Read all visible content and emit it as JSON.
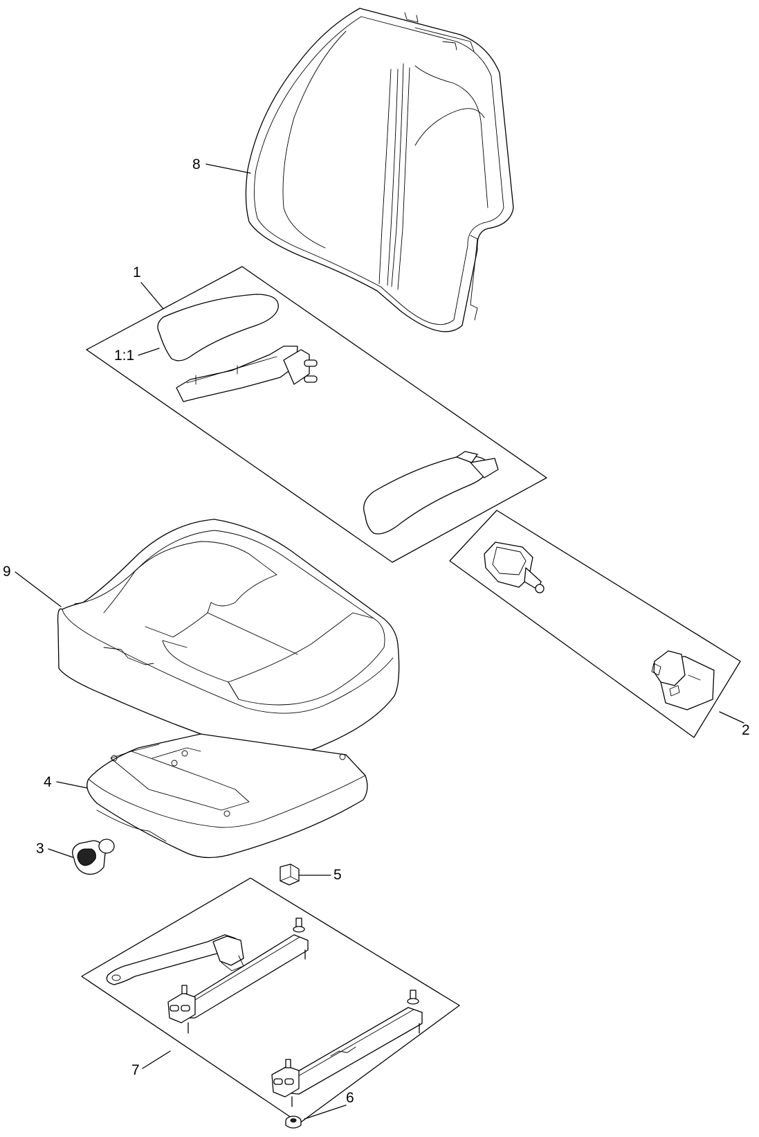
{
  "callouts": {
    "c8": "8",
    "c1": "1",
    "c1_1": "1:1",
    "c9": "9",
    "c2": "2",
    "c4": "4",
    "c3": "3",
    "c5": "5",
    "c7": "7",
    "c6": "6"
  },
  "colors": {
    "line": "#000000",
    "background": "#ffffff"
  }
}
